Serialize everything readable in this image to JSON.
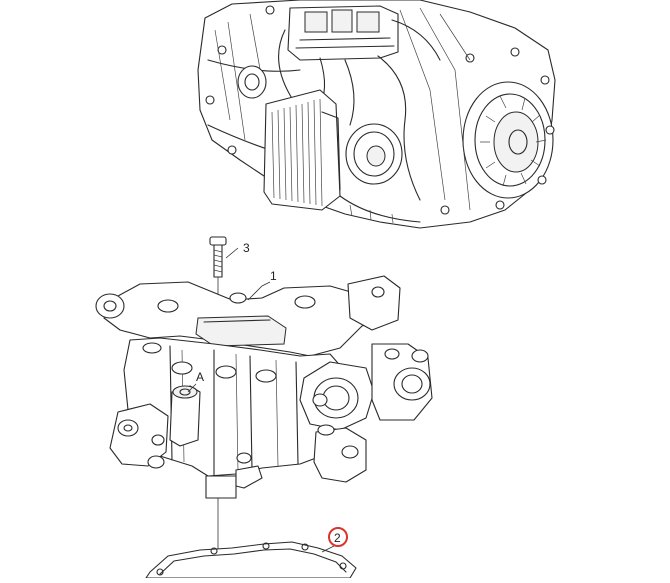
{
  "callouts": {
    "part_1": "1",
    "part_2": "2",
    "part_3": "3",
    "detail_a": "A"
  },
  "colors": {
    "line": "#2a2a2a",
    "highlight": "#d9342b",
    "background": "#ffffff"
  }
}
